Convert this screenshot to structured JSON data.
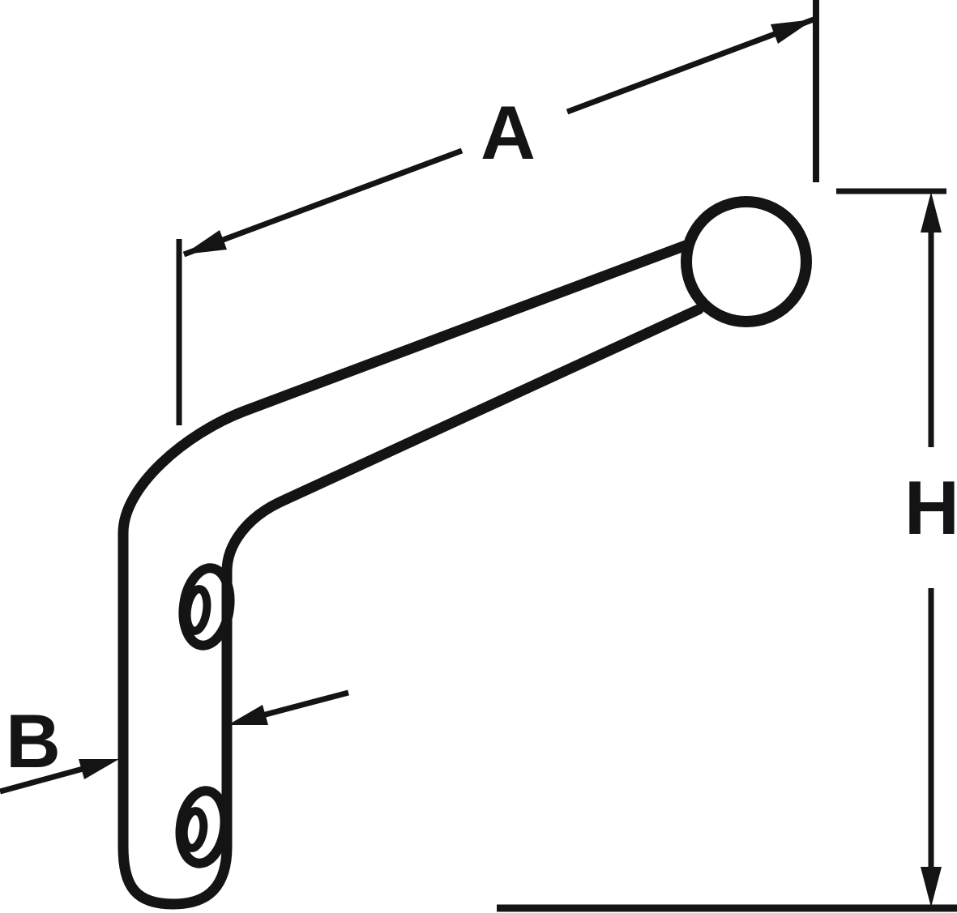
{
  "drawing": {
    "background": "#ffffff",
    "ink": "#141414",
    "labels": {
      "a": "A",
      "b": "B",
      "h": "H"
    }
  }
}
